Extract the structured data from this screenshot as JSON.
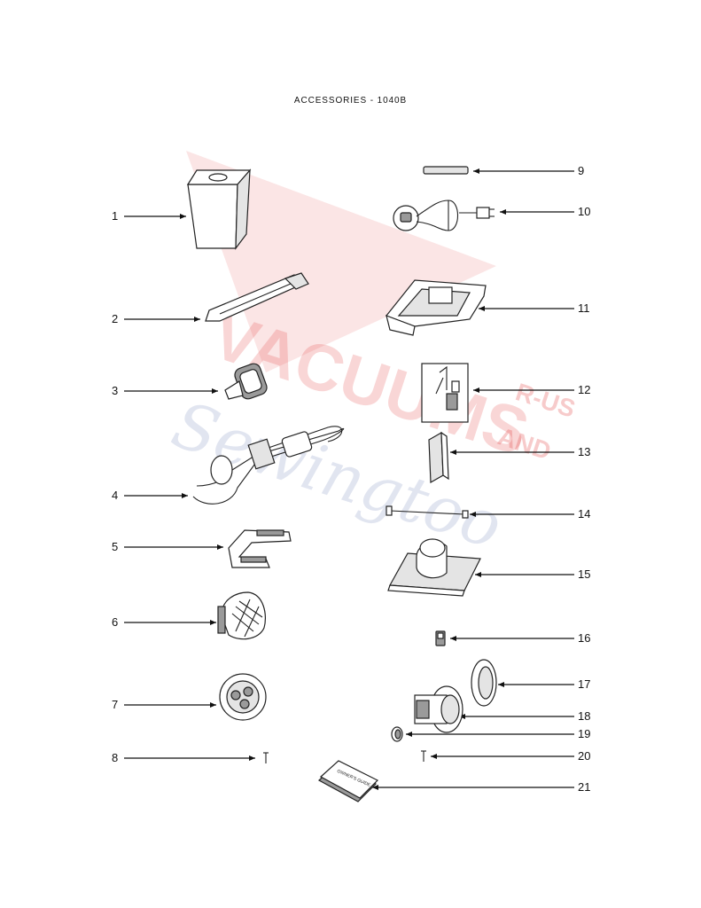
{
  "title": "ACCESSORIES - 1040B",
  "watermark": {
    "line1": "VACUUMS",
    "line2": "Sewingtoo",
    "tag1": "R-US",
    "tag2": "AND",
    "color_red": "#e44646",
    "color_blue": "#5a6eaa"
  },
  "callouts": [
    "1",
    "2",
    "3",
    "4",
    "5",
    "6",
    "7",
    "8",
    "9",
    "10",
    "11",
    "12",
    "13",
    "14",
    "15",
    "16",
    "17",
    "18",
    "19",
    "20",
    "21"
  ],
  "manual_cover_text": "OWNER'S GUIDE"
}
